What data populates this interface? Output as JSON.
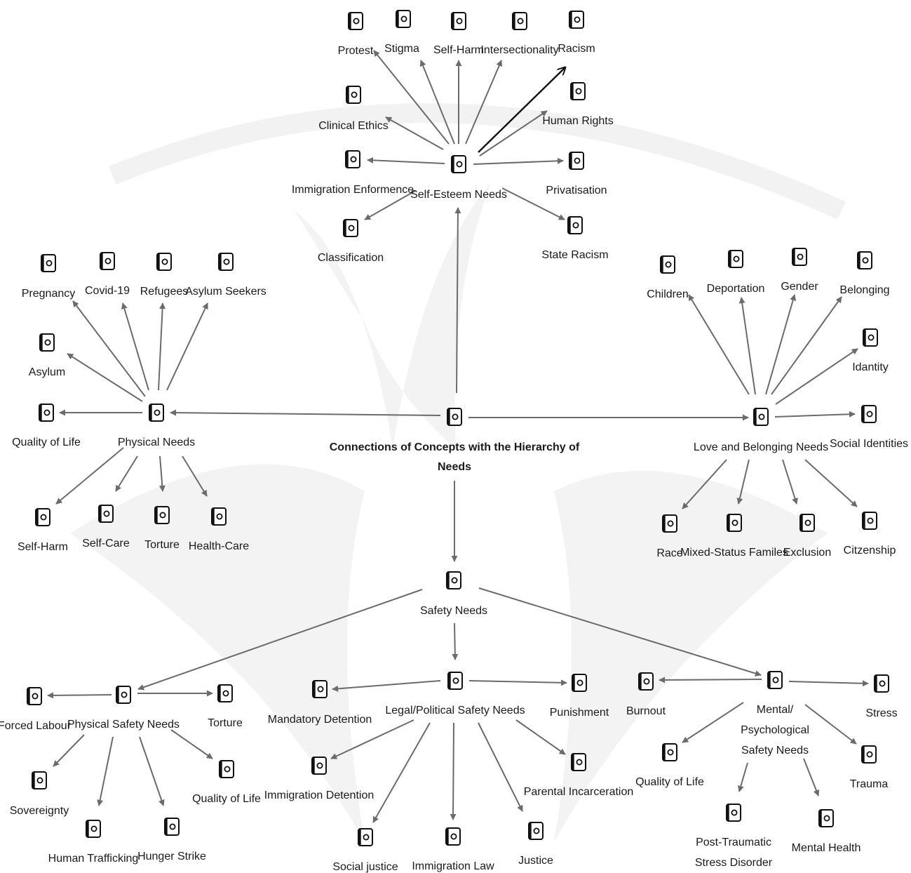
{
  "title_lines": [
    "Connections of Concepts with the Hierarchy of",
    "Needs"
  ],
  "colors": {
    "edge": "#6b6b6b",
    "highlight_edge": "#111111",
    "text": "#1a1a1a",
    "watermark": "#f3f3f3"
  },
  "icon": "document-node-icon",
  "nodes": [
    {
      "id": "center",
      "lines": []
    },
    {
      "id": "self_esteem",
      "lines": [
        "Self-Esteem Needs"
      ]
    },
    {
      "id": "protest",
      "lines": [
        "Protest"
      ]
    },
    {
      "id": "stigma",
      "lines": [
        "Stigma"
      ]
    },
    {
      "id": "self_harm_top",
      "lines": [
        "Self-Harm"
      ]
    },
    {
      "id": "intersectionality",
      "lines": [
        "Intersectionality"
      ]
    },
    {
      "id": "racism",
      "lines": [
        "Racism"
      ]
    },
    {
      "id": "clinical_ethics",
      "lines": [
        "Clinical Ethics"
      ]
    },
    {
      "id": "human_rights",
      "lines": [
        "Human Rights"
      ]
    },
    {
      "id": "immigration_enforcement",
      "lines": [
        "Immigration Enformence"
      ]
    },
    {
      "id": "privatisation",
      "lines": [
        "Privatisation"
      ]
    },
    {
      "id": "classification",
      "lines": [
        "Classification"
      ]
    },
    {
      "id": "state_racism",
      "lines": [
        "State Racism"
      ]
    },
    {
      "id": "physical",
      "lines": [
        "Physical Needs"
      ]
    },
    {
      "id": "pregnancy",
      "lines": [
        "Pregnancy"
      ]
    },
    {
      "id": "covid",
      "lines": [
        "Covid-19"
      ]
    },
    {
      "id": "refugees",
      "lines": [
        "Refugees"
      ]
    },
    {
      "id": "asylum_seekers",
      "lines": [
        "Asylum Seekers"
      ]
    },
    {
      "id": "asylum",
      "lines": [
        "Asylum"
      ]
    },
    {
      "id": "qol_left",
      "lines": [
        "Quality of Life"
      ]
    },
    {
      "id": "self_harm_left",
      "lines": [
        "Self-Harm"
      ]
    },
    {
      "id": "self_care",
      "lines": [
        "Self-Care"
      ]
    },
    {
      "id": "torture_left",
      "lines": [
        "Torture"
      ]
    },
    {
      "id": "health_care",
      "lines": [
        "Health-Care"
      ]
    },
    {
      "id": "love",
      "lines": [
        "Love and Belonging Needs"
      ]
    },
    {
      "id": "children",
      "lines": [
        "Children"
      ]
    },
    {
      "id": "deportation",
      "lines": [
        "Deportation"
      ]
    },
    {
      "id": "gender",
      "lines": [
        "Gender"
      ]
    },
    {
      "id": "belonging",
      "lines": [
        "Belonging"
      ]
    },
    {
      "id": "idantity",
      "lines": [
        "Idantity"
      ]
    },
    {
      "id": "social_identities",
      "lines": [
        "Social Identities"
      ]
    },
    {
      "id": "race",
      "lines": [
        "Race"
      ]
    },
    {
      "id": "mixed_status",
      "lines": [
        "Mixed-Status Familes"
      ]
    },
    {
      "id": "exclusion",
      "lines": [
        "Exclusion"
      ]
    },
    {
      "id": "citizenship",
      "lines": [
        "Citzenship"
      ]
    },
    {
      "id": "safety",
      "lines": [
        "Safety Needs"
      ]
    },
    {
      "id": "phys_safety",
      "lines": [
        "Physical Safety Needs"
      ]
    },
    {
      "id": "forced_labour",
      "lines": [
        "Forced Labour"
      ]
    },
    {
      "id": "torture_bottom",
      "lines": [
        "Torture"
      ]
    },
    {
      "id": "sovereignty",
      "lines": [
        "Sovereignty"
      ]
    },
    {
      "id": "human_trafficking",
      "lines": [
        "Human Trafficking"
      ]
    },
    {
      "id": "hunger_strike",
      "lines": [
        "Hunger Strike"
      ]
    },
    {
      "id": "qol_bottom_left",
      "lines": [
        "Quality of Life"
      ]
    },
    {
      "id": "legal",
      "lines": [
        "Legal/Political Safety Needs"
      ]
    },
    {
      "id": "mandatory_detention",
      "lines": [
        "Mandatory Detention"
      ]
    },
    {
      "id": "punishment",
      "lines": [
        "Punishment"
      ]
    },
    {
      "id": "immigration_detention",
      "lines": [
        "Immigration Detention"
      ]
    },
    {
      "id": "parental_incarceration",
      "lines": [
        "Parental Incarceration"
      ]
    },
    {
      "id": "social_justice",
      "lines": [
        "Social justice"
      ]
    },
    {
      "id": "immigration_law",
      "lines": [
        "Immigration Law"
      ]
    },
    {
      "id": "justice",
      "lines": [
        "Justice"
      ]
    },
    {
      "id": "mental",
      "lines": [
        "Mental/",
        "Psychological",
        "Safety Needs"
      ]
    },
    {
      "id": "burnout",
      "lines": [
        "Burnout"
      ]
    },
    {
      "id": "stress",
      "lines": [
        "Stress"
      ]
    },
    {
      "id": "qol_bottom_right",
      "lines": [
        "Quality of Life"
      ]
    },
    {
      "id": "trauma",
      "lines": [
        "Trauma"
      ]
    },
    {
      "id": "ptsd",
      "lines": [
        "Post-Traumatic",
        "Stress Disorder"
      ]
    },
    {
      "id": "mental_health",
      "lines": [
        "Mental Health"
      ]
    }
  ],
  "edges": [
    [
      "center",
      "self_esteem"
    ],
    [
      "center",
      "physical"
    ],
    [
      "center",
      "love"
    ],
    [
      "center",
      "safety"
    ],
    [
      "self_esteem",
      "protest"
    ],
    [
      "self_esteem",
      "stigma"
    ],
    [
      "self_esteem",
      "self_harm_top"
    ],
    [
      "self_esteem",
      "intersectionality"
    ],
    [
      "self_esteem",
      "racism"
    ],
    [
      "self_esteem",
      "clinical_ethics"
    ],
    [
      "self_esteem",
      "human_rights"
    ],
    [
      "self_esteem",
      "immigration_enforcement"
    ],
    [
      "self_esteem",
      "privatisation"
    ],
    [
      "self_esteem",
      "classification"
    ],
    [
      "self_esteem",
      "state_racism"
    ],
    [
      "physical",
      "pregnancy"
    ],
    [
      "physical",
      "covid"
    ],
    [
      "physical",
      "refugees"
    ],
    [
      "physical",
      "asylum_seekers"
    ],
    [
      "physical",
      "asylum"
    ],
    [
      "physical",
      "qol_left"
    ],
    [
      "physical",
      "self_harm_left"
    ],
    [
      "physical",
      "self_care"
    ],
    [
      "physical",
      "torture_left"
    ],
    [
      "physical",
      "health_care"
    ],
    [
      "love",
      "children"
    ],
    [
      "love",
      "deportation"
    ],
    [
      "love",
      "gender"
    ],
    [
      "love",
      "belonging"
    ],
    [
      "love",
      "idantity"
    ],
    [
      "love",
      "social_identities"
    ],
    [
      "love",
      "race"
    ],
    [
      "love",
      "mixed_status"
    ],
    [
      "love",
      "exclusion"
    ],
    [
      "love",
      "citizenship"
    ],
    [
      "safety",
      "phys_safety"
    ],
    [
      "safety",
      "legal"
    ],
    [
      "safety",
      "mental"
    ],
    [
      "phys_safety",
      "forced_labour"
    ],
    [
      "phys_safety",
      "torture_bottom"
    ],
    [
      "phys_safety",
      "sovereignty"
    ],
    [
      "phys_safety",
      "human_trafficking"
    ],
    [
      "phys_safety",
      "hunger_strike"
    ],
    [
      "phys_safety",
      "qol_bottom_left"
    ],
    [
      "legal",
      "mandatory_detention"
    ],
    [
      "legal",
      "punishment"
    ],
    [
      "legal",
      "immigration_detention"
    ],
    [
      "legal",
      "parental_incarceration"
    ],
    [
      "legal",
      "social_justice"
    ],
    [
      "legal",
      "immigration_law"
    ],
    [
      "legal",
      "justice"
    ],
    [
      "mental",
      "burnout"
    ],
    [
      "mental",
      "stress"
    ],
    [
      "mental",
      "qol_bottom_right"
    ],
    [
      "mental",
      "trauma"
    ],
    [
      "mental",
      "ptsd"
    ],
    [
      "mental",
      "mental_health"
    ]
  ],
  "highlighted_edge": [
    "self_esteem",
    "racism"
  ]
}
